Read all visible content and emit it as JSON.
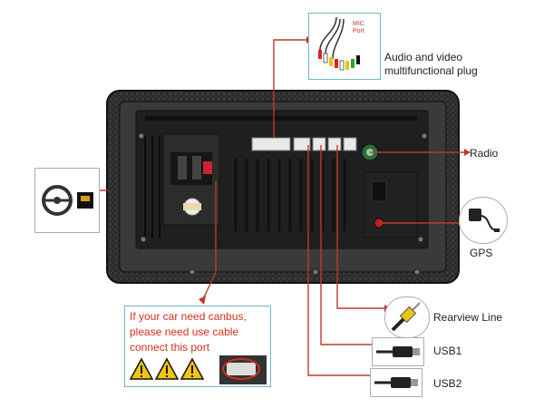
{
  "labels": {
    "mic_port": [
      "MIC",
      "Port"
    ],
    "audio_video": [
      "Audio and video",
      "multifunctional plug"
    ],
    "radio": "Radio",
    "gps": "GPS",
    "rearview": "Rearview Line",
    "usb1": "USB1",
    "usb2": "USB2"
  },
  "canbus_note": {
    "lines": [
      "If your car need canbus,",
      "please need use cable",
      "connect this port"
    ],
    "warning_count": 3
  },
  "colors": {
    "callout_line": "#c0392b",
    "callout_text": "#d0301e",
    "box_border": "#6fb7c6",
    "warning_fill": "#f2c40f",
    "panel": "#2a2a2a"
  }
}
